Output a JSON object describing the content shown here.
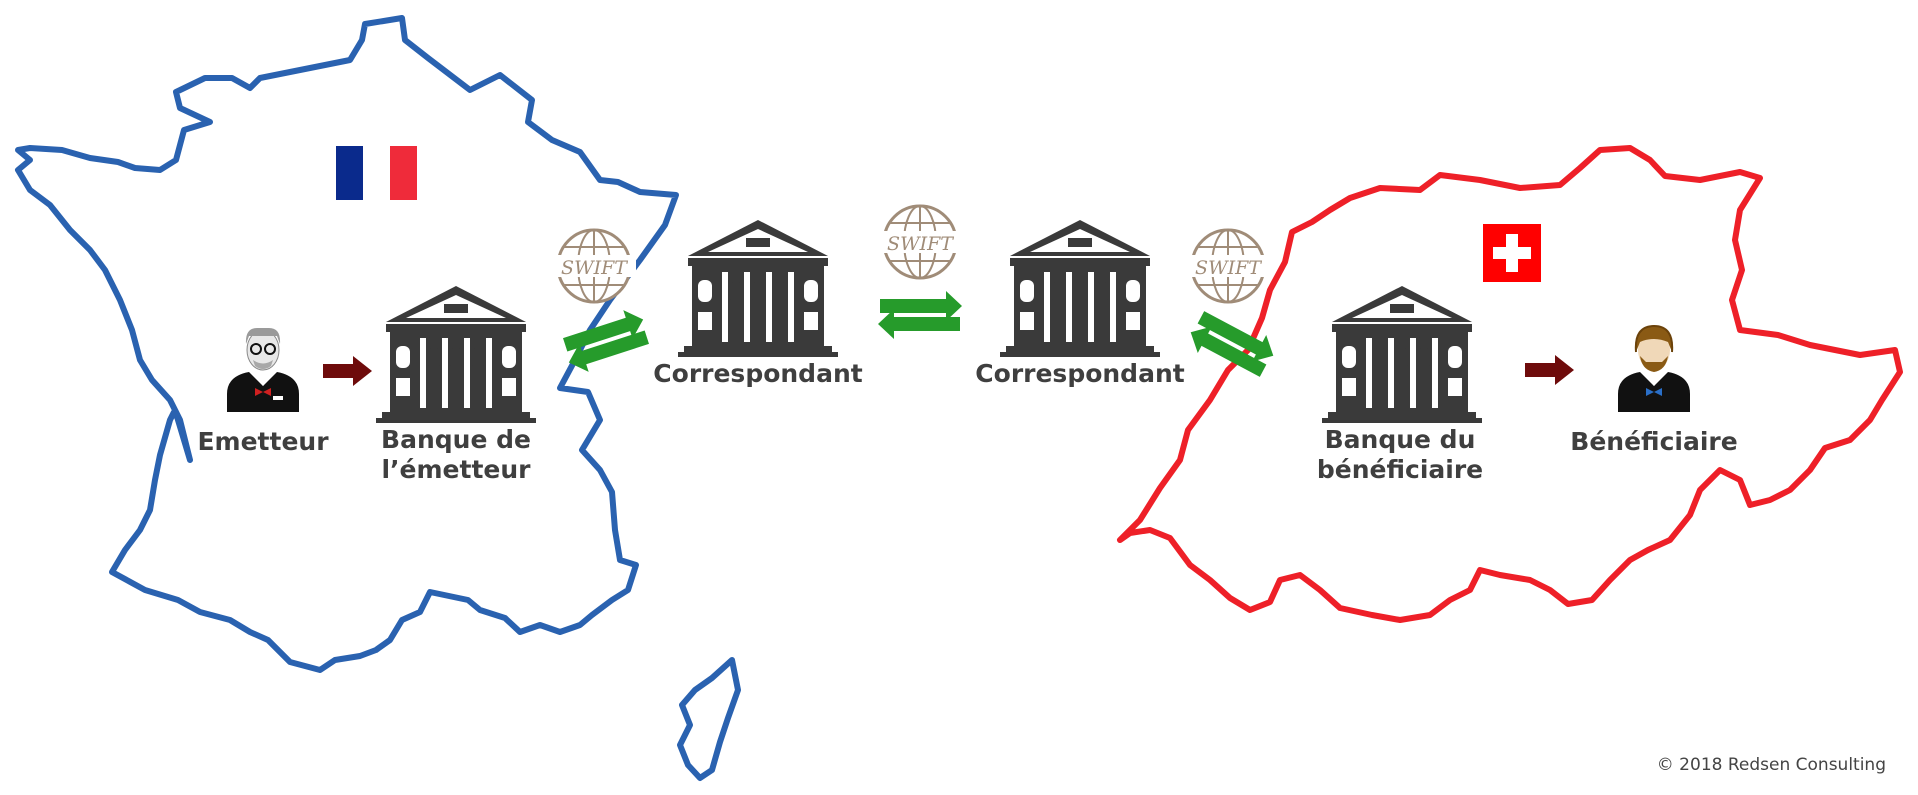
{
  "nodes": {
    "sender": {
      "label": "Emetteur"
    },
    "sender_bank": {
      "line1": "Banque de",
      "line2": "l’émetteur"
    },
    "correspondent_1": {
      "label": "Correspondant"
    },
    "correspondent_2": {
      "label": "Correspondant"
    },
    "beneficiary_bank": {
      "line1": "Banque du",
      "line2": "bénéficiaire"
    },
    "beneficiary": {
      "label": "Bénéficiaire"
    }
  },
  "network": {
    "label": "SWIFT"
  },
  "footer": {
    "copyright": "© 2018 Redsen Consulting"
  },
  "colors": {
    "france_outline": "#2a62b0",
    "switzerland_outline": "#ee2028",
    "exchange_arrow": "#269b2b",
    "flow_arrow": "#6e0b0b",
    "bank_icon": "#3a3a3a",
    "swift_logo": "#a08c78",
    "flag_blue": "#0a2a8c",
    "flag_red": "#ef2b3a",
    "swiss_red": "#ff0000"
  }
}
